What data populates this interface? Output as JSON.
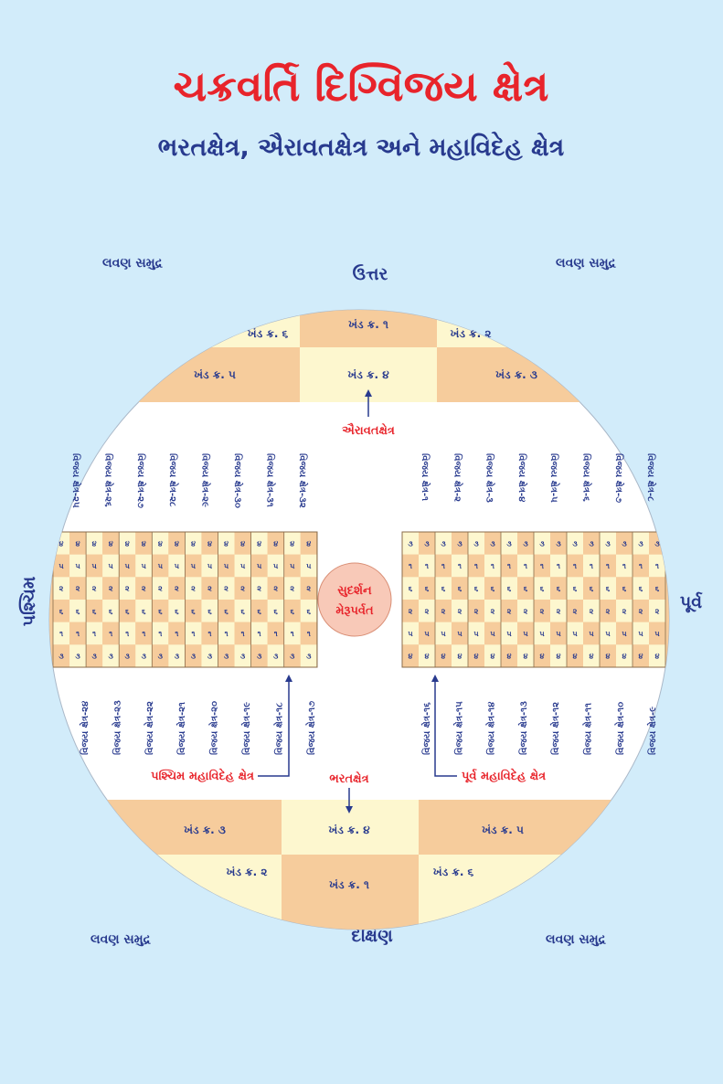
{
  "title": "ચક્રવર્તિ દિગ્વિજય ક્ષેત્ર",
  "subtitle": "ભરતક્ષેત્ર, ઐરાવતક્ષેત્ર અને મહાવિદેહ ક્ષેત્ર",
  "directions": {
    "north": "ઉત્તર",
    "south": "દક્ષિણ",
    "east": "પૂર્વ",
    "west": "પશ્ચિમ"
  },
  "sea_label": "લવણ સમુદ્ર",
  "center": {
    "line1": "સુદર્શન",
    "line2": "મેરૂપર્વત"
  },
  "regions": {
    "airavat": "ઐરાવતક્ષેત્ર",
    "bharat": "ભરતક્ષેત્ર",
    "west_mahavideh": "પશ્ચિમ મહાવિદેહ ક્ષેત્ર",
    "east_mahavideh": "પૂર્વ મહાવિદેહ ક્ષેત્ર"
  },
  "north_khand": {
    "row1": [
      "ખંડ ક્ર. ૬",
      "ખંડ ક્ર. ૧",
      "ખંડ ક્ર. ૨"
    ],
    "row2": [
      "ખંડ ક્ર. ૫",
      "ખંડ ક્ર. ૪",
      "ખંડ ક્ર. ૩"
    ]
  },
  "south_khand": {
    "row1": [
      "ખંડ ક્ર. ૩",
      "ખંડ ક્ર. ૪",
      "ખંડ ક્ર. ૫"
    ],
    "row2": [
      "ખંડ ક્ર. ૨",
      "ખંડ ક્ર. ૧",
      "ખંડ ક્ર. ૬"
    ]
  },
  "vijay": {
    "top_left": [
      "વિજય ક્ષેત્ર-૨૫",
      "વિજય ક્ષેત્ર-૨૬",
      "વિજય ક્ષેત્ર-૨૭",
      "વિજય ક્ષેત્ર-૨૮",
      "વિજય ક્ષેત્ર-૨૯",
      "વિજય ક્ષેત્ર-૩૦",
      "વિજય ક્ષેત્ર-૩૧",
      "વિજય ક્ષેત્ર-૩૨"
    ],
    "top_right": [
      "વિજય ક્ષેત્ર-૧",
      "વિજય ક્ષેત્ર-૨",
      "વિજય ક્ષેત્ર-૩",
      "વિજય ક્ષેત્ર-૪",
      "વિજય ક્ષેત્ર-૫",
      "વિજય ક્ષેત્ર-૬",
      "વિજય ક્ષેત્ર-૭",
      "વિજય ક્ષેત્ર-૮"
    ],
    "bottom_left": [
      "વિજય ક્ષેત્ર-૨૪",
      "વિજય ક્ષેત્ર-૨૩",
      "વિજય ક્ષેત્ર-૨૨",
      "વિજય ક્ષેત્ર-૨૧",
      "વિજય ક્ષેત્ર-૨૦",
      "વિજય ક્ષેત્ર-૧૯",
      "વિજય ક્ષેત્ર-૧૮",
      "વિજય ક્ષેત્ર-૧૭"
    ],
    "bottom_right": [
      "વિજય ક્ષેત્ર-૧૬",
      "વિજય ક્ષેત્ર-૧૫",
      "વિજય ક્ષેત્ર-૧૪",
      "વિજય ક્ષેત્ર-૧૩",
      "વિજય ક્ષેત્ર-૧૨",
      "વિજય ક્ષેત્ર-૧૧",
      "વિજય ક્ષેત્ર-૧૦",
      "વિજય ક્ષેત્ર-૯"
    ]
  },
  "grid_digits": {
    "west": [
      "૪",
      "૫",
      "૨",
      "૬",
      "૧",
      "૩"
    ],
    "east": [
      "૩",
      "૧",
      "૬",
      "૨",
      "૫",
      "૪"
    ]
  },
  "colors": {
    "background": "#d2ecfa",
    "circle": "#ffffff",
    "cream": "#fdf7cf",
    "peach": "#f6cc9c",
    "meru": "#f8c9b8",
    "red": "#e8242b",
    "blue": "#283a8e"
  }
}
